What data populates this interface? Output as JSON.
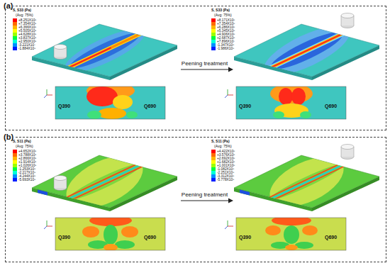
{
  "diagram": {
    "nodes": [
      {
        "text": [
          "(a)"
        ]
      },
      {
        "text": [
          "(b)"
        ]
      }
    ],
    "labels": [
      "S, S33 (Pa)",
      "(Avg: 75%)",
      "+8.251X10⁸",
      "+7.354X10⁸",
      "+6.366X10⁸",
      "+5.505X10⁸",
      "+4.628X10⁸",
      "+3.837X10⁸",
      "+2.950X10⁸",
      "-3.221X10⁷",
      "-1.884X10⁸",
      "S, S33 (Pa)",
      "(Avg: 75%)",
      "+8.171X10⁸",
      "+7.354X10⁸",
      "+6.286X10⁸",
      "+5.345X10⁸",
      "+4.906X10⁸",
      "+2.687X10⁸",
      "+7.896X10⁷",
      "-1.347X10⁸",
      "-1.986X10⁸",
      "Peening treatment",
      "Q390",
      "Q690",
      "Q390",
      "Q690",
      "S, S11 (Pa)",
      "(Avg: 75%)",
      "+4.652X10⁸",
      "+3.788X10⁸",
      "+2.866X10⁸",
      "+1.914X10⁸",
      "+1.026X10⁸",
      "-1.253X10⁸",
      "-2.217X10⁸",
      "-4.244X10⁸",
      "-5.693X10⁸",
      "S, S11 (Pa)",
      "(Avg: 75%)",
      "+4.422X10⁸",
      "+3.576X10⁸",
      "+2.692X10⁸",
      "+1.682X10⁸",
      "+1.001X10⁸",
      "-1.082X10⁸",
      "-2.251X10⁸",
      "-3.312X10⁸",
      "-5.778X10⁸",
      "Peening treatment",
      "Q390",
      "Q690",
      "Q390",
      "Q690"
    ]
  }
}
